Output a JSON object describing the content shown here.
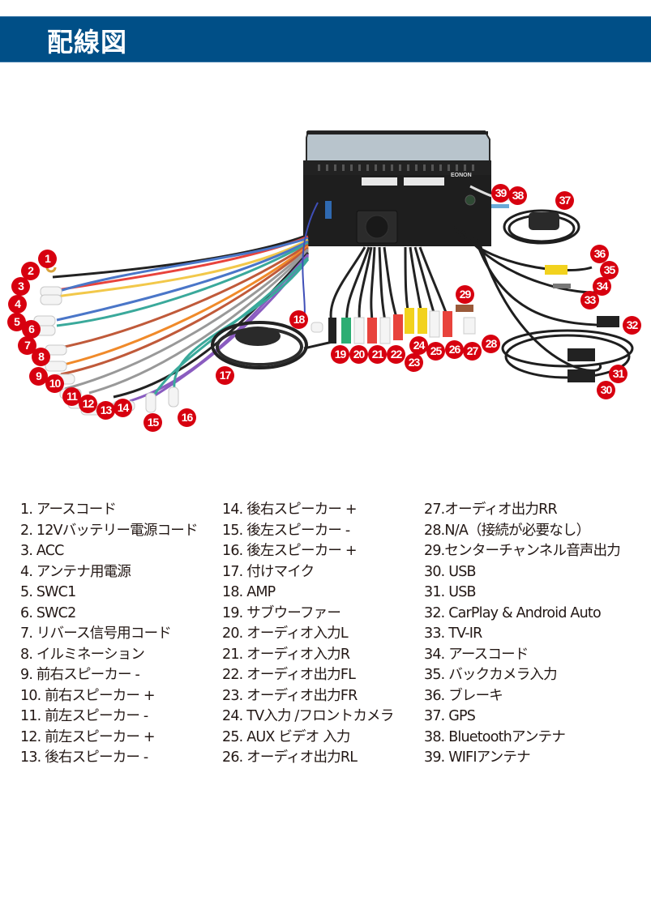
{
  "header": {
    "title": "配線図",
    "background_color": "#004f87"
  },
  "diagram": {
    "brand_label": "EONON",
    "badge_color": "#d7000f",
    "badges": [
      "1",
      "2",
      "3",
      "4",
      "5",
      "6",
      "7",
      "8",
      "9",
      "10",
      "11",
      "12",
      "13",
      "14",
      "15",
      "16",
      "17",
      "18",
      "19",
      "20",
      "21",
      "22",
      "23",
      "24",
      "25",
      "26",
      "27",
      "28",
      "29",
      "30",
      "31",
      "32",
      "33",
      "34",
      "35",
      "36",
      "37",
      "38",
      "39"
    ]
  },
  "legend": {
    "columns": [
      {
        "items": [
          "1. アースコード",
          "2. 12Vバッテリー電源コード",
          "3. ACC",
          "4. アンテナ用電源",
          "5. SWC1",
          "6. SWC2",
          "7. リバース信号用コード",
          "8. イルミネーション",
          "9. 前右スピーカー -",
          "10. 前右スピーカー +",
          "11. 前左スピーカー -",
          "12. 前左スピーカー +",
          "13. 後右スピーカー -"
        ]
      },
      {
        "items": [
          "14. 後右スピーカー +",
          "15. 後左スピーカー -",
          "16. 後左スピーカー +",
          "17. 付けマイク",
          "18. AMP",
          "19. サブウーファー",
          "20. オーディオ入力L",
          "21. オーディオ入力R",
          "22. オーディオ出力FL",
          "23. オーディオ出力FR",
          "24. TV入力 /フロントカメラ",
          "25. AUX ビデオ 入力",
          "26. オーディオ出力RL"
        ]
      },
      {
        "items": [
          "27.オーディオ出力RR",
          "28.N/A（接続が必要なし）",
          "29.センターチャンネル音声出力",
          "30. USB",
          "31. USB",
          "32. CarPlay & Android Auto",
          "33. TV-IR",
          "34. アースコード",
          "35. バックカメラ入力",
          "36. ブレーキ",
          "37. GPS",
          "38. Bluetoothアンテナ",
          "39. WIFIアンテナ"
        ]
      }
    ]
  }
}
